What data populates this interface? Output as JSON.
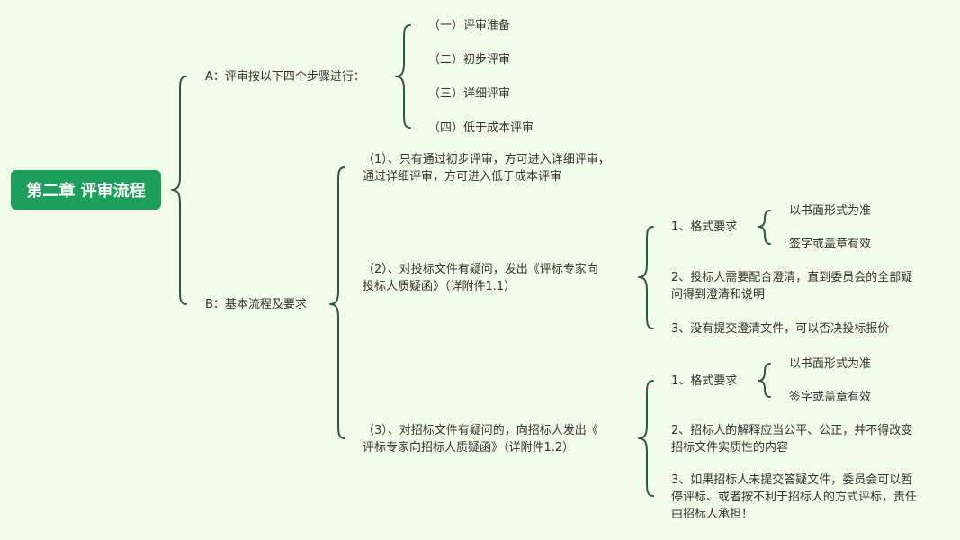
{
  "root": "第二章 评审流程",
  "a": {
    "label": "A：评审按以下四个步骤进行：",
    "steps": [
      "（一）评审准备",
      "（二）初步评审",
      "（三）详细评审",
      "（四）低于成本评审"
    ]
  },
  "b": {
    "label": "B：基本流程及要求",
    "item1": [
      "（1）、只有通过初步评审，方可进入详细评审，",
      "通过详细评审，方可进入低于成本评审"
    ],
    "item2": {
      "label": [
        "（2）、对投标文件有疑问，发出《评标专家向",
        "投标人质疑函》（详附件1.1）"
      ],
      "sub1": "1、格式要求",
      "sub1_children": [
        "以书面形式为准",
        "签字或盖章有效"
      ],
      "sub2": [
        "2、投标人需要配合澄清，直到委员会的全部疑",
        "问得到澄清和说明"
      ],
      "sub3": "3、没有提交澄清文件，可以否决投标报价"
    },
    "item3": {
      "label": [
        "（3）、对招标文件有疑问的，向招标人发出《",
        "评标专家向招标人质疑函》（详附件1.2）"
      ],
      "sub1": "1、格式要求",
      "sub1_children": [
        "以书面形式为准",
        "签字或盖章有效"
      ],
      "sub2": [
        "2、招标人的解释应当公平、公正，并不得改变",
        "招标文件实质性的内容"
      ],
      "sub3": [
        "3、如果招标人未提交答疑文件，委员会可以暂",
        "停评标、或者按不利于招标人的方式评标，责任",
        "由招标人承担！"
      ]
    }
  }
}
